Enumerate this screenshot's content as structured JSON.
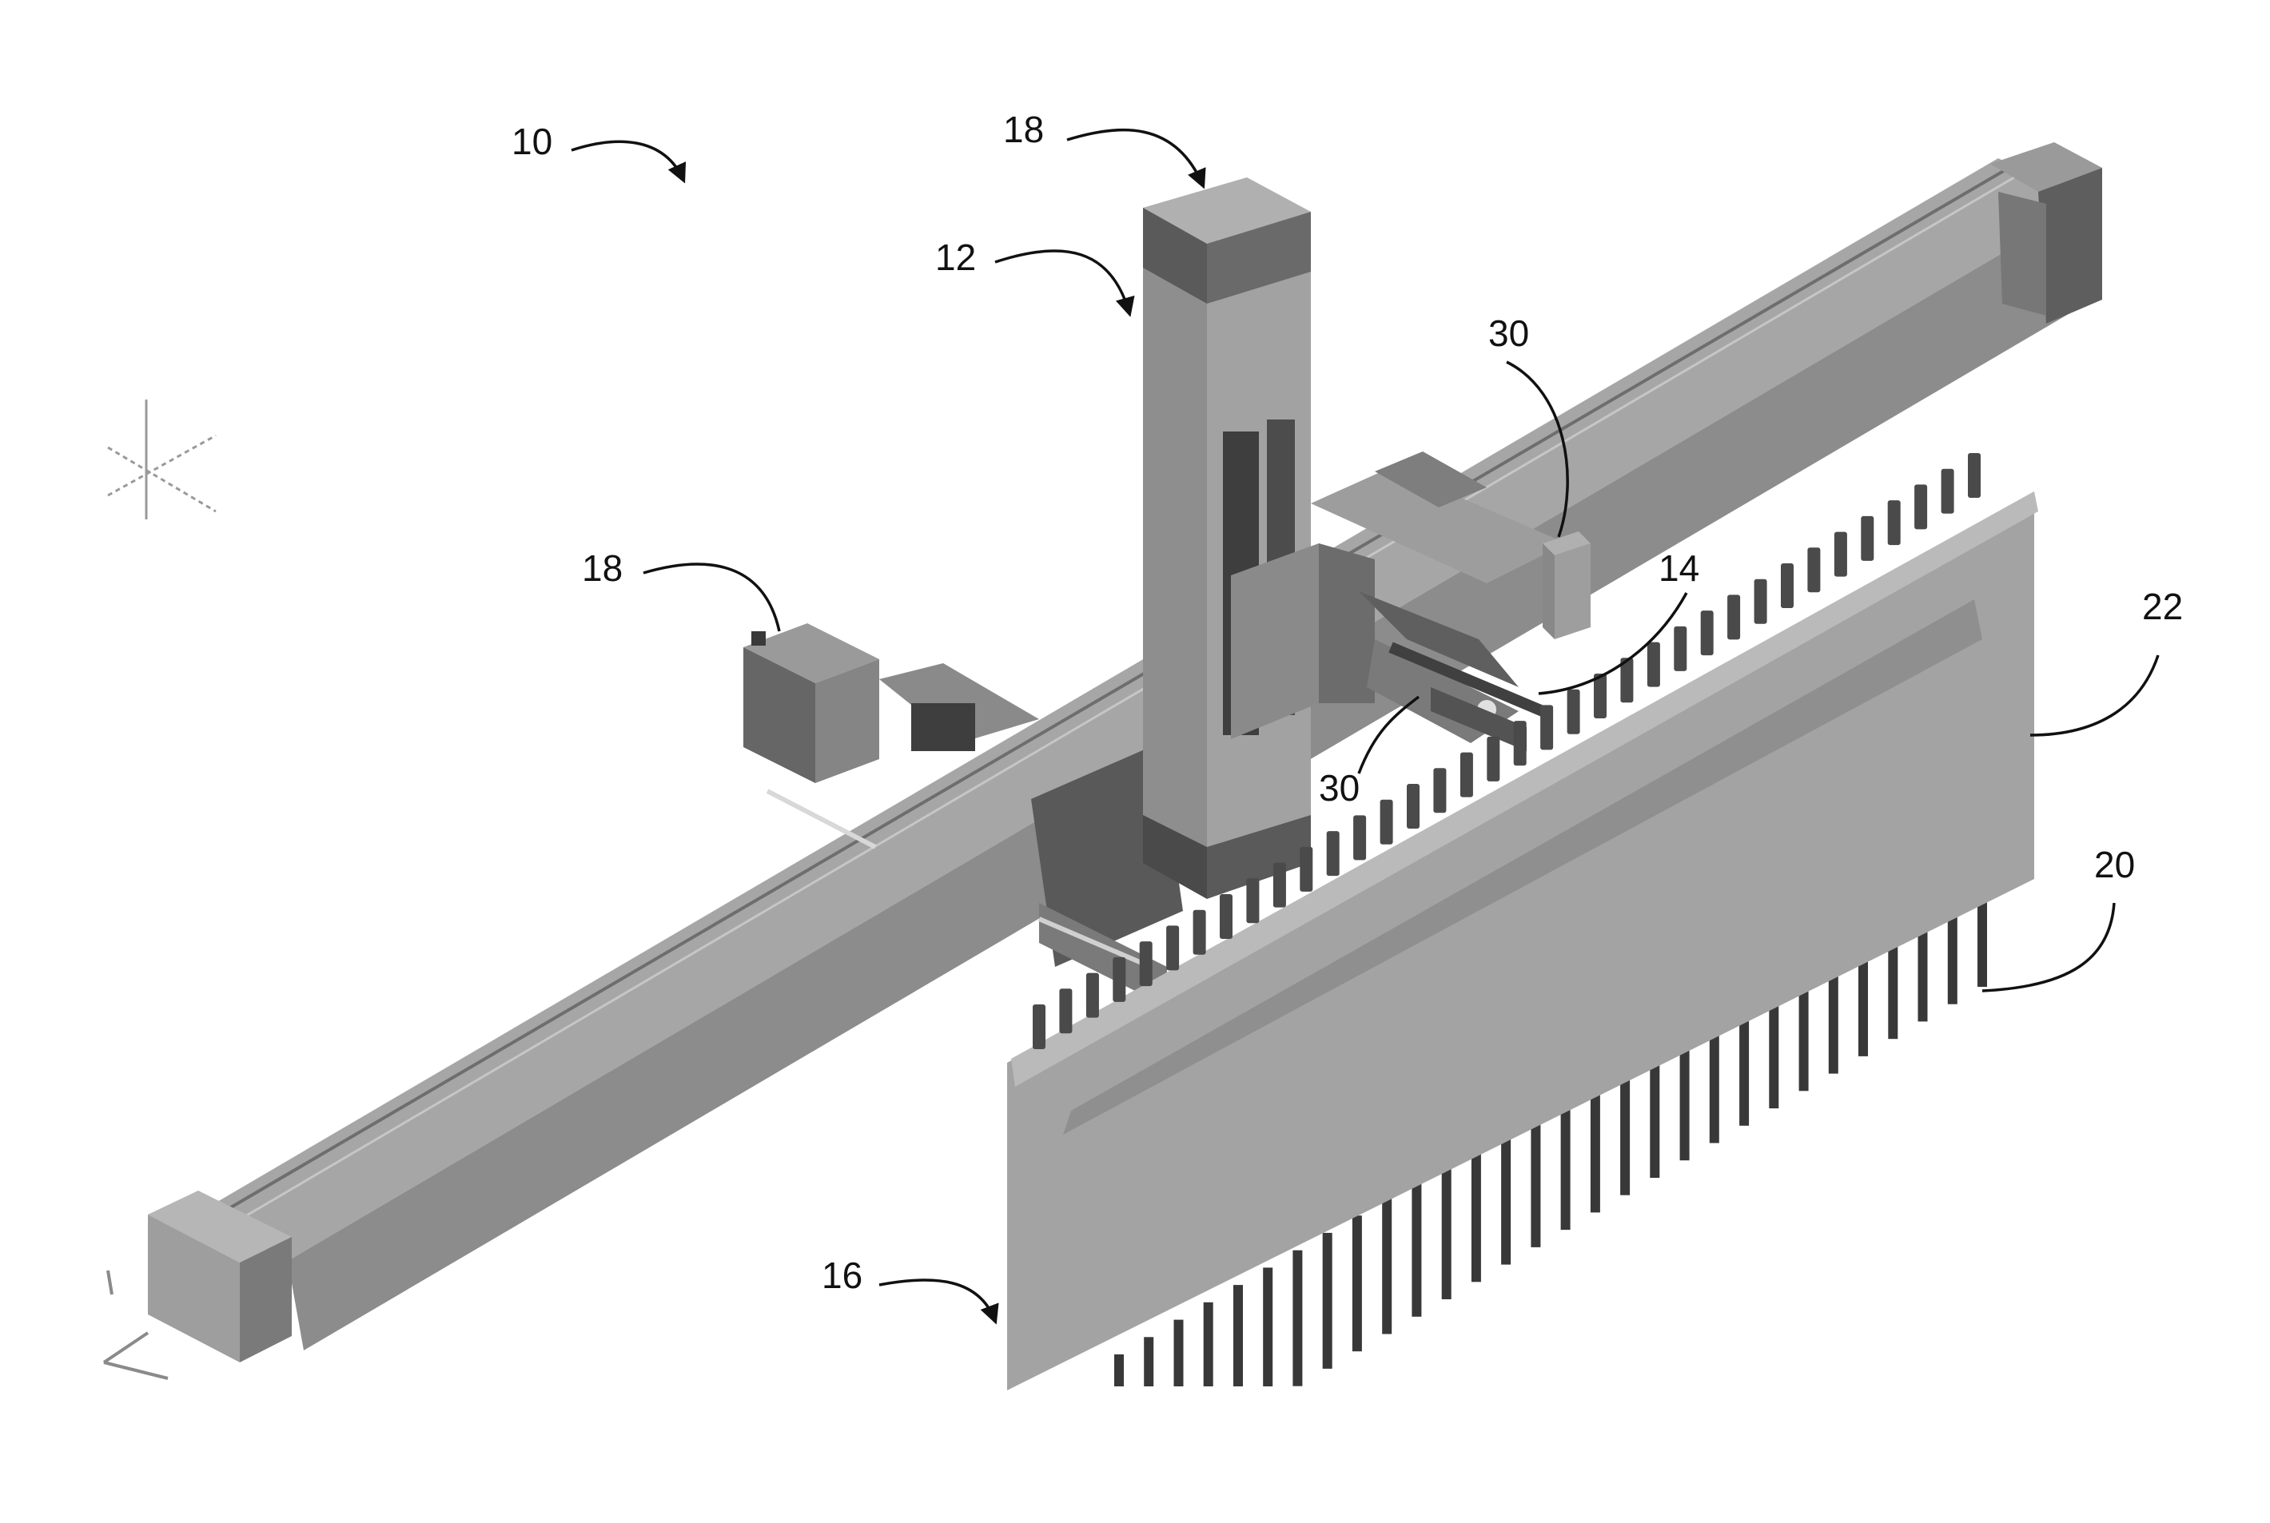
{
  "labels": {
    "system": "10",
    "gantry_column": "12",
    "gripper": "14",
    "rack": "16",
    "motor_top": "18",
    "motor_left": "18",
    "tubes": "20",
    "rack_body": "22",
    "sensor_upper": "30",
    "sensor_lower": "30"
  },
  "colors": {
    "background": "#ffffff",
    "line": "#111111",
    "beam_light": "#a9a9a9",
    "beam_mid": "#8f8f8f",
    "beam_dark": "#6a6a6a",
    "block_dark": "#4a4a4a",
    "rack_face": "#a3a3a3",
    "tube": "#3a3a3a"
  }
}
